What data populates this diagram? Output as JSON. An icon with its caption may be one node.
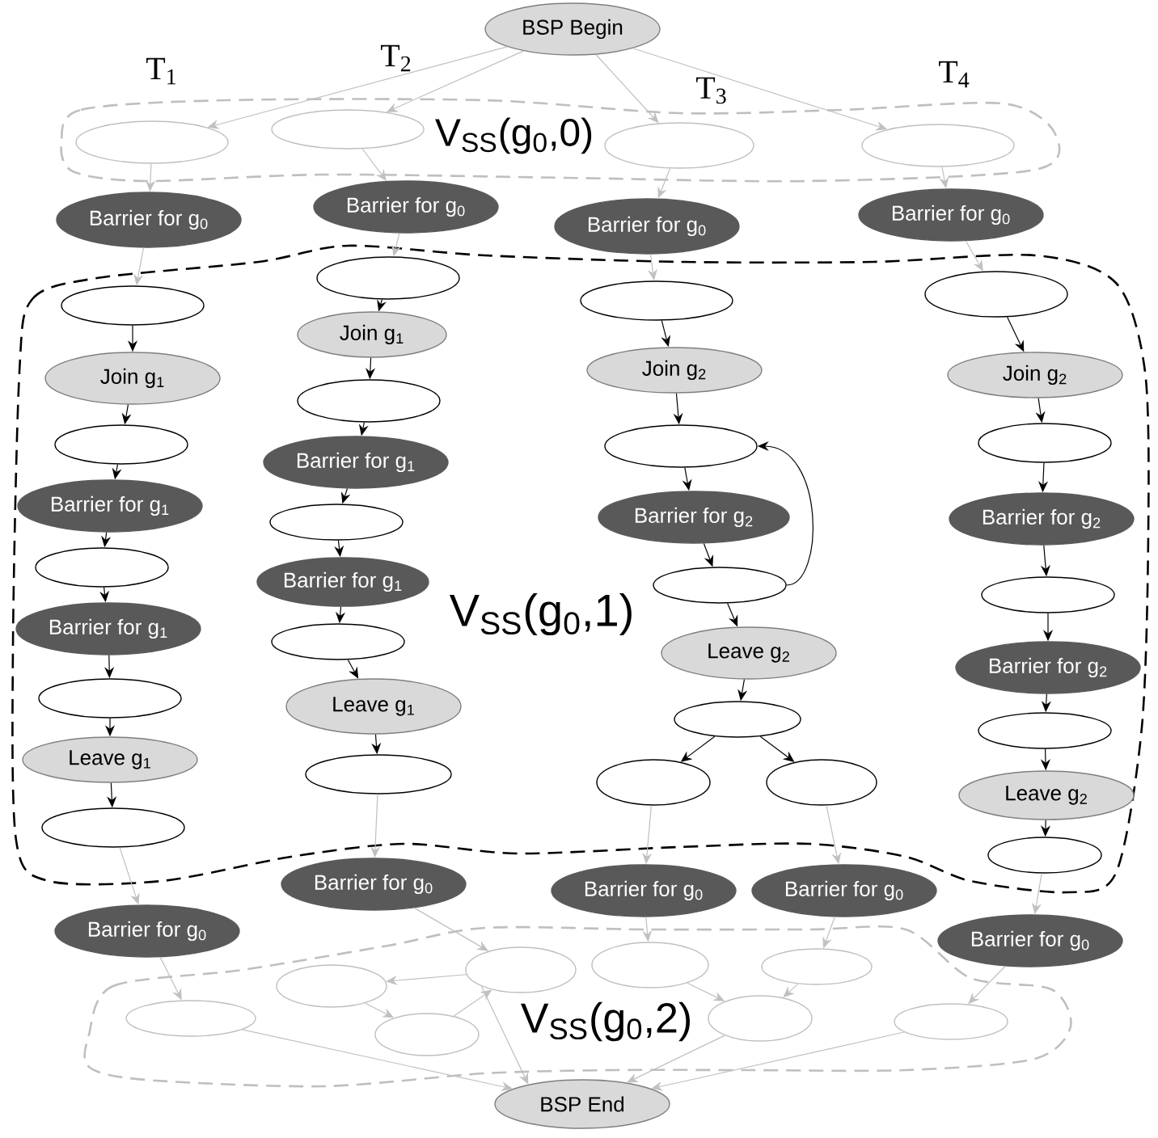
{
  "diagram": {
    "nodes": [
      {
        "text": [
          "BSP Begin"
        ]
      },
      {
        "text": [
          "V$_{SS}$(g$_{0}$,0)"
        ]
      },
      {
        "text": [],
        "shape": "ellipse",
        "in": 1
      },
      {
        "text": [],
        "shape": "ellipse",
        "in": 1
      },
      {
        "text": [],
        "shape": "ellipse",
        "in": 1
      },
      {
        "text": [],
        "shape": "ellipse",
        "in": 1
      },
      {
        "text": [
          "Barrier for g$_{0}$"
        ]
      },
      {
        "text": [
          "Barrier for g$_{0}$"
        ]
      },
      {
        "text": [
          "Barrier for g$_{0}$"
        ]
      },
      {
        "text": [
          "Barrier for g$_{0}$"
        ]
      },
      {
        "text": [
          "V$_{SS}$(g$_{0}$,1)"
        ]
      },
      {
        "text": [],
        "shape": "ellipse",
        "in": 10
      },
      {
        "text": [
          "Join g$_{1}$"
        ],
        "in": 10
      },
      {
        "text": [],
        "shape": "ellipse",
        "in": 10
      },
      {
        "text": [
          "Barrier for g$_{1}$"
        ],
        "in": 10
      },
      {
        "text": [],
        "shape": "ellipse",
        "in": 10
      },
      {
        "text": [
          "Barrier for g$_{1}$"
        ],
        "in": 10
      },
      {
        "text": [],
        "shape": "ellipse",
        "in": 10
      },
      {
        "text": [
          "Leave g$_{1}$"
        ],
        "in": 10
      },
      {
        "text": [],
        "shape": "ellipse",
        "in": 10
      },
      {
        "text": [],
        "shape": "ellipse",
        "in": 10
      },
      {
        "text": [
          "Join g$_{1}$"
        ],
        "in": 10
      },
      {
        "text": [],
        "shape": "ellipse",
        "in": 10
      },
      {
        "text": [
          "Barrier for g$_{1}$"
        ],
        "in": 10
      },
      {
        "text": [],
        "shape": "ellipse",
        "in": 10
      },
      {
        "text": [
          "Barrier for g$_{1}$"
        ],
        "in": 10
      },
      {
        "text": [],
        "shape": "ellipse",
        "in": 10
      },
      {
        "text": [
          "Leave g$_{1}$"
        ],
        "in": 10
      },
      {
        "text": [],
        "shape": "ellipse",
        "in": 10
      },
      {
        "text": [],
        "shape": "ellipse",
        "in": 10
      },
      {
        "text": [
          "Join g$_{2}$"
        ],
        "in": 10
      },
      {
        "text": [],
        "shape": "ellipse",
        "in": 10
      },
      {
        "text": [
          "Barrier for g$_{2}$"
        ],
        "in": 10
      },
      {
        "text": [],
        "shape": "ellipse",
        "in": 10
      },
      {
        "text": [
          "Leave g$_{2}$"
        ],
        "in": 10
      },
      {
        "text": [],
        "shape": "ellipse",
        "in": 10
      },
      {
        "text": [],
        "shape": "ellipse",
        "in": 10
      },
      {
        "text": [],
        "shape": "ellipse",
        "in": 10
      },
      {
        "text": [],
        "shape": "ellipse",
        "in": 10
      },
      {
        "text": [
          "Join g$_{2}$"
        ],
        "in": 10
      },
      {
        "text": [],
        "shape": "ellipse",
        "in": 10
      },
      {
        "text": [
          "Barrier for g$_{2}$"
        ],
        "in": 10
      },
      {
        "text": [],
        "shape": "ellipse",
        "in": 10
      },
      {
        "text": [
          "Barrier for g$_{2}$"
        ],
        "in": 10
      },
      {
        "text": [],
        "shape": "ellipse",
        "in": 10
      },
      {
        "text": [
          "Leave g$_{2}$"
        ],
        "in": 10
      },
      {
        "text": [],
        "shape": "ellipse",
        "in": 10
      },
      {
        "text": [
          "Barrier for g$_{0}$"
        ]
      },
      {
        "text": [
          "Barrier for g$_{0}$"
        ]
      },
      {
        "text": [
          "Barrier for g$_{0}$"
        ]
      },
      {
        "text": [
          "Barrier for g$_{0}$"
        ]
      },
      {
        "text": [
          "Barrier for g$_{0}$"
        ]
      },
      {
        "text": [
          "V$_{SS}$(g$_{0}$,2)"
        ]
      },
      {
        "text": [],
        "shape": "ellipse",
        "in": 52
      },
      {
        "text": [],
        "shape": "ellipse",
        "in": 52
      },
      {
        "text": [],
        "shape": "ellipse",
        "in": 52
      },
      {
        "text": [],
        "shape": "ellipse",
        "in": 52
      },
      {
        "text": [],
        "shape": "ellipse",
        "in": 52
      },
      {
        "text": [],
        "shape": "ellipse",
        "in": 52
      },
      {
        "text": [],
        "shape": "ellipse",
        "in": 52
      },
      {
        "text": [],
        "shape": "ellipse",
        "in": 52
      },
      {
        "text": [
          "BSP End"
        ]
      }
    ],
    "edges": [
      {
        "from": 0,
        "to": 2,
        "arrow": "to",
        "color": "#c0c0c0"
      },
      {
        "from": 0,
        "to": 3,
        "arrow": "to",
        "color": "#c0c0c0"
      },
      {
        "from": 0,
        "to": 4,
        "arrow": "to",
        "color": "#c0c0c0"
      },
      {
        "from": 0,
        "to": 5,
        "arrow": "to",
        "color": "#c0c0c0"
      },
      {
        "from": 2,
        "to": 6,
        "arrow": "to",
        "color": "#c0c0c0"
      },
      {
        "from": 3,
        "to": 7,
        "arrow": "to",
        "color": "#c0c0c0"
      },
      {
        "from": 4,
        "to": 8,
        "arrow": "to",
        "color": "#c0c0c0"
      },
      {
        "from": 5,
        "to": 9,
        "arrow": "to",
        "color": "#c0c0c0"
      },
      {
        "from": 6,
        "to": 11,
        "arrow": "to",
        "color": "#c0c0c0"
      },
      {
        "from": 7,
        "to": 20,
        "arrow": "to",
        "color": "#c0c0c0"
      },
      {
        "from": 8,
        "to": 29,
        "arrow": "to",
        "color": "#c0c0c0"
      },
      {
        "from": 9,
        "to": 38,
        "arrow": "to",
        "color": "#c0c0c0"
      },
      {
        "from": 11,
        "to": 12,
        "arrow": "to"
      },
      {
        "from": 12,
        "to": 13,
        "arrow": "to"
      },
      {
        "from": 13,
        "to": 14,
        "arrow": "to"
      },
      {
        "from": 14,
        "to": 15,
        "arrow": "to"
      },
      {
        "from": 15,
        "to": 16,
        "arrow": "to"
      },
      {
        "from": 16,
        "to": 17,
        "arrow": "to"
      },
      {
        "from": 17,
        "to": 18,
        "arrow": "to"
      },
      {
        "from": 18,
        "to": 19,
        "arrow": "to"
      },
      {
        "from": 20,
        "to": 21,
        "arrow": "to"
      },
      {
        "from": 21,
        "to": 22,
        "arrow": "to"
      },
      {
        "from": 22,
        "to": 23,
        "arrow": "to"
      },
      {
        "from": 23,
        "to": 24,
        "arrow": "to"
      },
      {
        "from": 24,
        "to": 25,
        "arrow": "to"
      },
      {
        "from": 25,
        "to": 26,
        "arrow": "to"
      },
      {
        "from": 26,
        "to": 27,
        "arrow": "to"
      },
      {
        "from": 27,
        "to": 28,
        "arrow": "to"
      },
      {
        "from": 29,
        "to": 30,
        "arrow": "to"
      },
      {
        "from": 30,
        "to": 31,
        "arrow": "to"
      },
      {
        "from": 31,
        "to": 32,
        "arrow": "to"
      },
      {
        "from": 32,
        "to": 33,
        "arrow": "to"
      },
      {
        "from": 33,
        "to": 31,
        "arrow": "to"
      },
      {
        "from": 33,
        "to": 34,
        "arrow": "to"
      },
      {
        "from": 34,
        "to": 35,
        "arrow": "to"
      },
      {
        "from": 35,
        "to": 36,
        "arrow": "to"
      },
      {
        "from": 35,
        "to": 37,
        "arrow": "to"
      },
      {
        "from": 38,
        "to": 39,
        "arrow": "to"
      },
      {
        "from": 39,
        "to": 40,
        "arrow": "to"
      },
      {
        "from": 40,
        "to": 41,
        "arrow": "to"
      },
      {
        "from": 41,
        "to": 42,
        "arrow": "to"
      },
      {
        "from": 42,
        "to": 43,
        "arrow": "to"
      },
      {
        "from": 43,
        "to": 44,
        "arrow": "to"
      },
      {
        "from": 44,
        "to": 45,
        "arrow": "to"
      },
      {
        "from": 45,
        "to": 46,
        "arrow": "to"
      },
      {
        "from": 19,
        "to": 47,
        "arrow": "to",
        "color": "#c0c0c0"
      },
      {
        "from": 47,
        "to": 53,
        "arrow": "to",
        "color": "#c0c0c0"
      },
      {
        "from": 28,
        "to": 48,
        "arrow": "to",
        "color": "#c0c0c0"
      },
      {
        "from": 48,
        "to": 55,
        "arrow": "to",
        "color": "#c0c0c0"
      },
      {
        "from": 36,
        "to": 49,
        "arrow": "to",
        "color": "#c0c0c0"
      },
      {
        "from": 49,
        "to": 57,
        "arrow": "to",
        "color": "#c0c0c0"
      },
      {
        "from": 37,
        "to": 50,
        "arrow": "to",
        "color": "#c0c0c0"
      },
      {
        "from": 50,
        "to": 59,
        "arrow": "to",
        "color": "#c0c0c0"
      },
      {
        "from": 46,
        "to": 51,
        "arrow": "to",
        "color": "#c0c0c0"
      },
      {
        "from": 51,
        "to": 60,
        "arrow": "to",
        "color": "#c0c0c0"
      },
      {
        "from": 55,
        "to": 54,
        "arrow": "to",
        "color": "#c0c0c0"
      },
      {
        "from": 54,
        "to": 56,
        "arrow": "to",
        "color": "#c0c0c0"
      },
      {
        "from": 56,
        "to": 55,
        "arrow": "to",
        "color": "#c0c0c0"
      },
      {
        "from": 57,
        "to": 58,
        "arrow": "to",
        "color": "#c0c0c0"
      },
      {
        "from": 59,
        "to": 58,
        "arrow": "to",
        "color": "#c0c0c0"
      },
      {
        "from": 53,
        "to": 61,
        "arrow": "to",
        "color": "#c0c0c0"
      },
      {
        "from": 55,
        "to": 61,
        "arrow": "to",
        "color": "#c0c0c0"
      },
      {
        "from": 58,
        "to": 61,
        "arrow": "to",
        "color": "#c0c0c0"
      },
      {
        "from": 60,
        "to": 61,
        "arrow": "to",
        "color": "#c0c0c0"
      }
    ],
    "labels": [
      "T$_{1}$",
      "T$_{2}$",
      "T$_{3}$",
      "T$_{4}$"
    ]
  }
}
